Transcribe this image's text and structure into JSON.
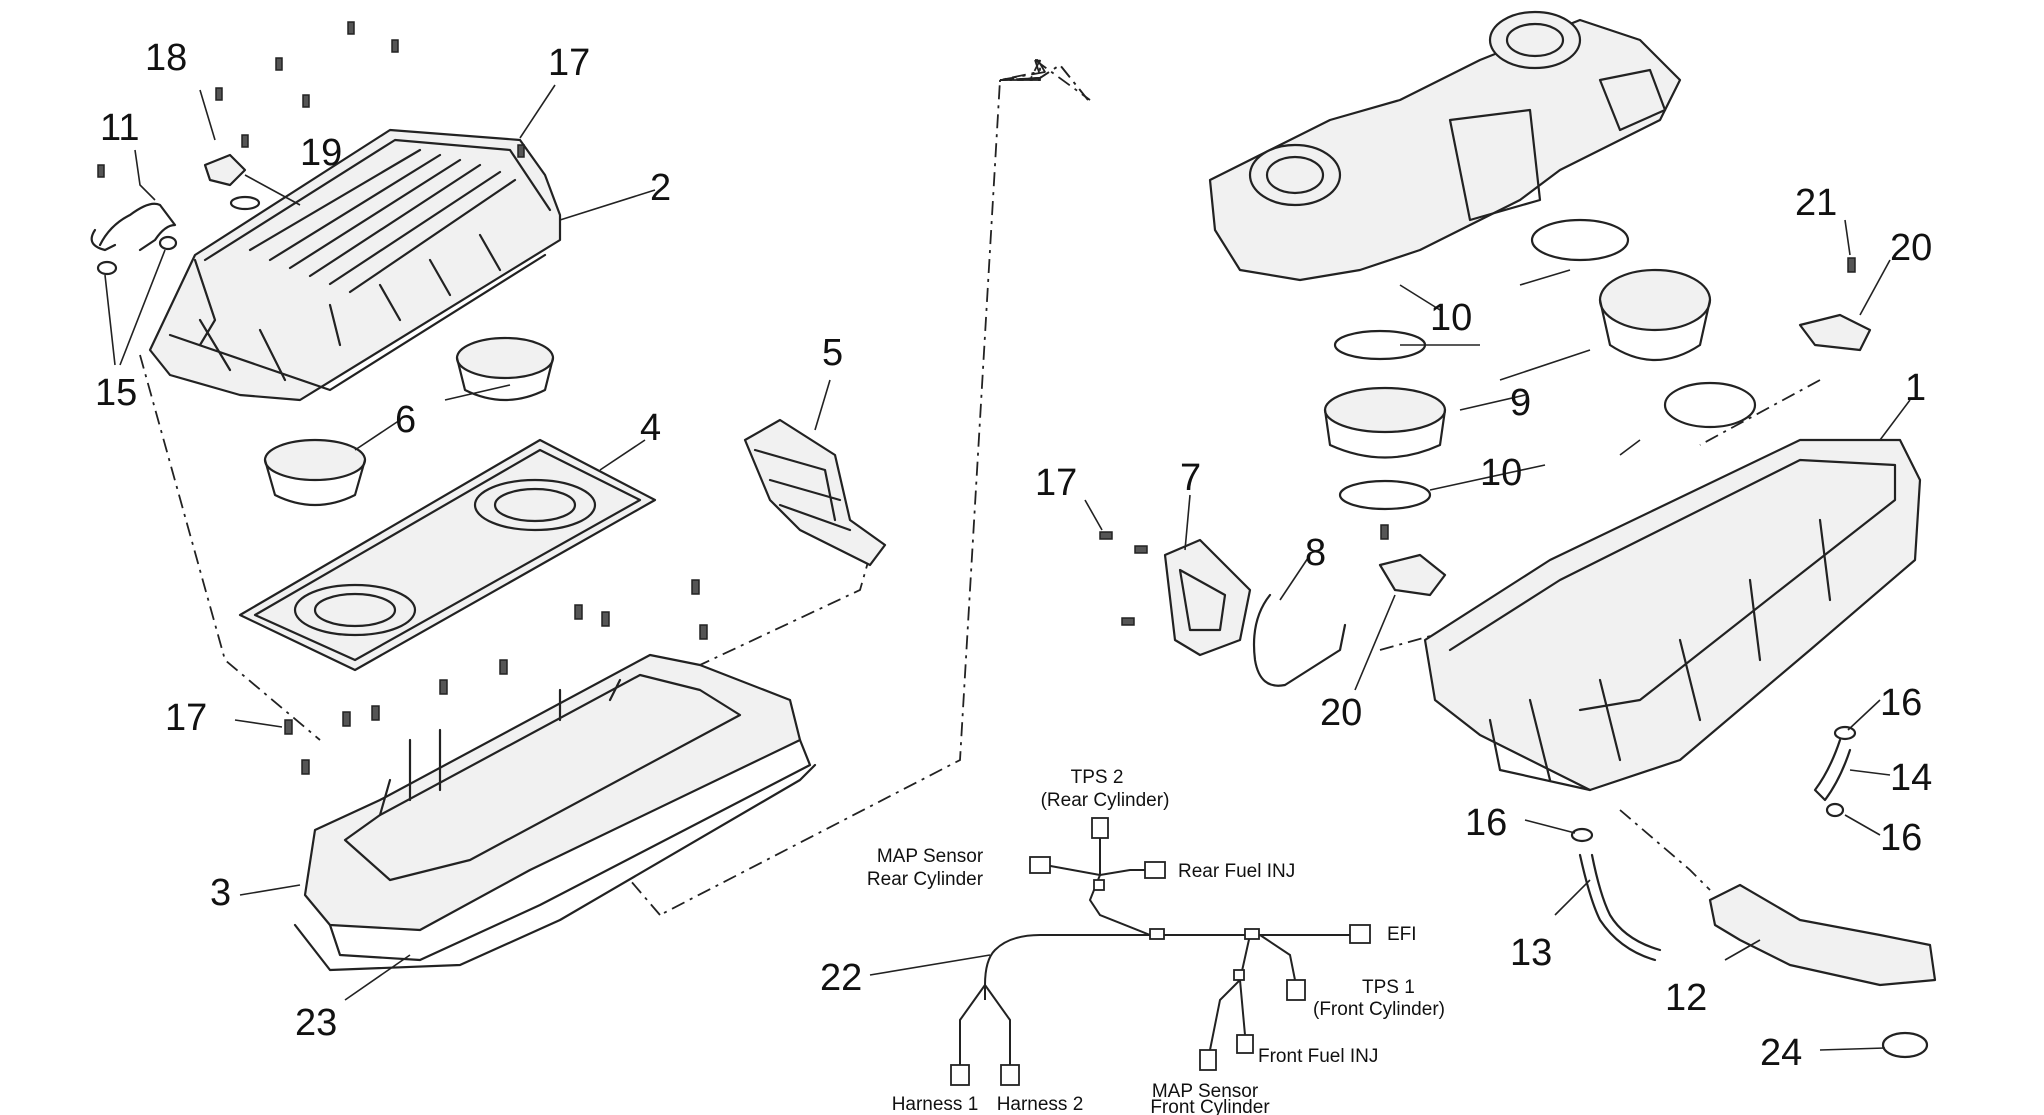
{
  "callouts": {
    "c1": "1",
    "c2": "2",
    "c3": "3",
    "c4": "4",
    "c5": "5",
    "c6": "6",
    "c7": "7",
    "c8": "8",
    "c9": "9",
    "c10": "10",
    "c11": "11",
    "c12": "12",
    "c13": "13",
    "c14": "14",
    "c15": "15",
    "c16": "16",
    "c17": "17",
    "c18": "18",
    "c19": "19",
    "c20": "20",
    "c21": "21",
    "c22": "22",
    "c23": "23",
    "c24": "24"
  },
  "harness": {
    "tps2": "TPS 2",
    "tps2_sub": "(Rear Cylinder)",
    "map_rear": "MAP Sensor",
    "map_rear_sub": "Rear Cylinder",
    "rear_fuel_inj": "Rear Fuel INJ",
    "efi": "EFI",
    "tps1": "TPS 1",
    "tps1_sub": "(Front Cylinder)",
    "front_fuel_inj": "Front Fuel INJ",
    "map_front": "MAP Sensor",
    "map_front_sub": "Front Cylinder",
    "harness1": "Harness 1",
    "harness2": "Harness 2"
  }
}
